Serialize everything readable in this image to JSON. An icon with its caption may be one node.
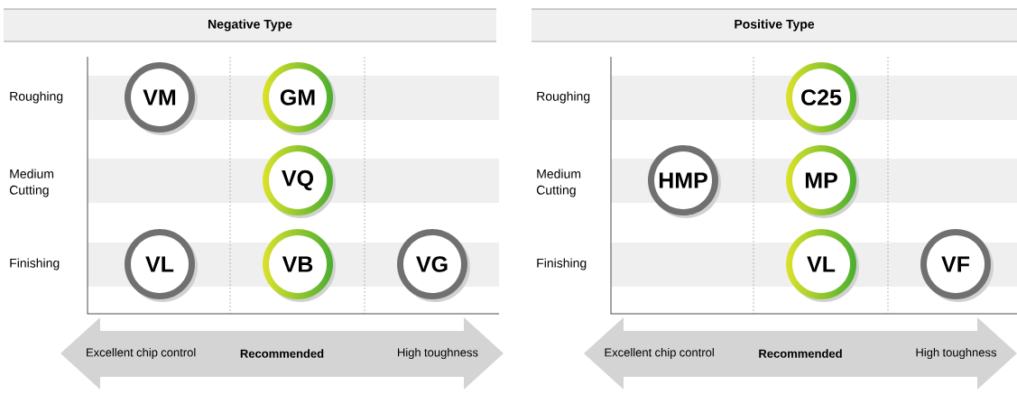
{
  "diagram": {
    "nodes": [
      {
        "text": [
          "Negative Type"
        ]
      },
      {
        "text": [
          "VM"
        ]
      },
      {
        "text": [
          "GM"
        ]
      },
      {
        "text": [
          "VQ"
        ]
      },
      {
        "text": [
          "VL"
        ]
      },
      {
        "text": [
          "VB"
        ]
      },
      {
        "text": [
          "VG"
        ]
      },
      {
        "text": [
          "Excellent chip control",
          "Recommended",
          "High toughness"
        ]
      },
      {
        "text": [
          "Positive Type"
        ]
      },
      {
        "text": [
          "C25"
        ]
      },
      {
        "text": [
          "HMP"
        ]
      },
      {
        "text": [
          "MP"
        ]
      },
      {
        "text": [
          "VL"
        ]
      },
      {
        "text": [
          "VF"
        ]
      },
      {
        "text": [
          "Excellent chip control",
          "Recommended",
          "High toughness"
        ]
      }
    ],
    "labels": [
      "Roughing",
      "Medium Cutting",
      "Finishing",
      "Roughing",
      "Medium Cutting",
      "Finishing"
    ]
  }
}
